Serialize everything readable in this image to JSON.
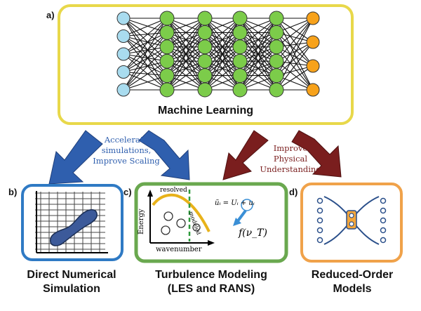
{
  "panel_a": {
    "letter": "a)",
    "title": "Machine Learning",
    "network": {
      "layers": [
        5,
        6,
        6,
        6,
        6,
        4
      ],
      "colors": [
        "#a9dcef",
        "#7ccc4a",
        "#7ccc4a",
        "#7ccc4a",
        "#7ccc4a",
        "#f7a21b"
      ]
    }
  },
  "arrow_labels": {
    "left": [
      "Accelerate",
      "simulations,",
      "Improve Scaling"
    ],
    "right": [
      "Improve",
      "Physical",
      "Understanding"
    ]
  },
  "panel_b": {
    "letter": "b)",
    "caption": [
      "Direct Numerical",
      "Simulation"
    ]
  },
  "panel_c": {
    "letter": "c)",
    "caption": [
      "Turbulence Modeling",
      "(LES and RANS)"
    ],
    "resolved_label": "resolved",
    "modeled_label": "modeled",
    "energy_label": "Energy",
    "wavenumber_label": "wavenumber",
    "equation": "ũᵢ = Uᵢ + uᵢ",
    "function": "f(ν_T)"
  },
  "panel_d": {
    "letter": "d)",
    "caption": [
      "Reduced-Order",
      "Models"
    ]
  },
  "colors": {
    "blue_arrow": "#2f5fae",
    "red_arrow": "#7a1e1e",
    "panel_frame_yellow": "#e8d84a",
    "panel_frame_blue": "#2f7ac4",
    "panel_frame_green": "#6aa84f",
    "panel_frame_orange": "#f0a24a"
  }
}
